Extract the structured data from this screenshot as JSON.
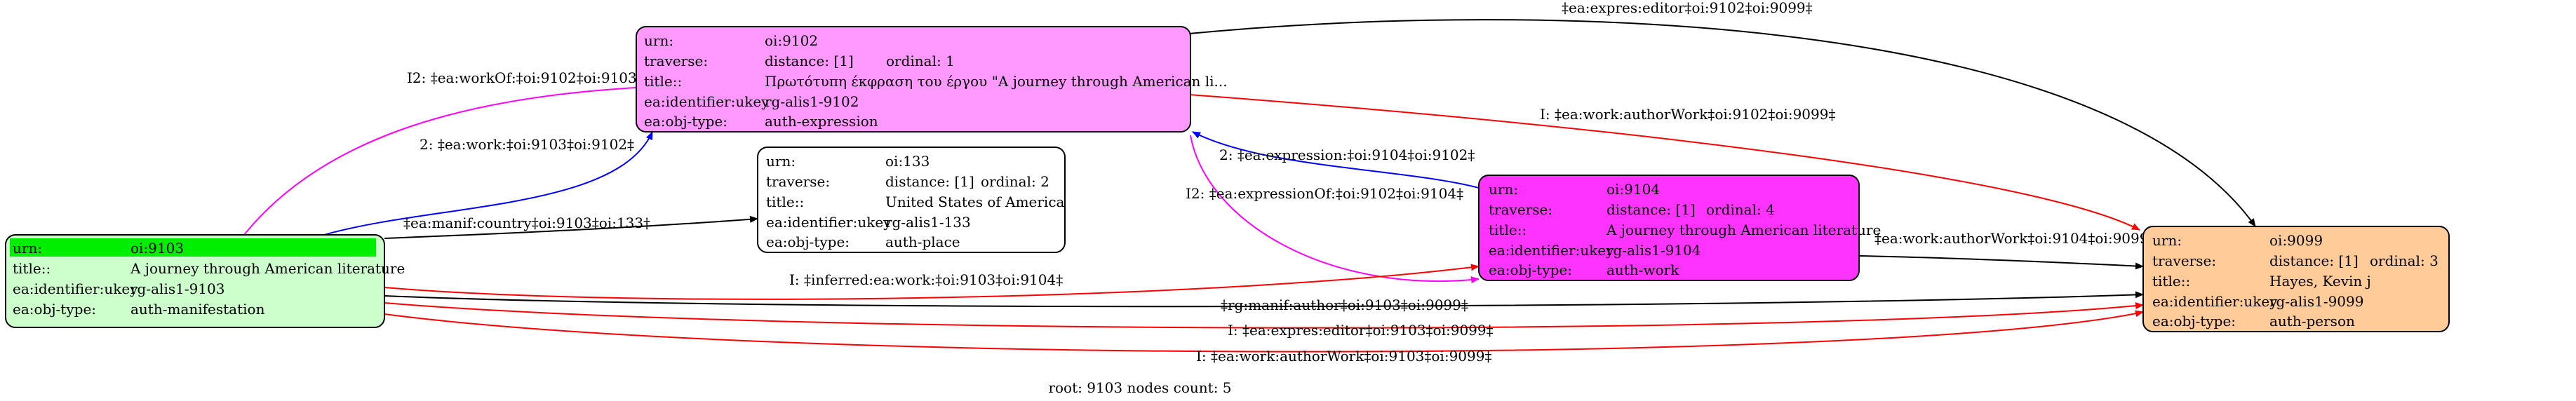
{
  "nodes": {
    "n9103": {
      "fill": "#ccffcc",
      "header_fill": "#00ee00",
      "rows": [
        {
          "k": "urn:",
          "v": "oi:9103"
        },
        {
          "k": "title::",
          "v": "A journey through American literature"
        },
        {
          "k": "ea:identifier:ukey",
          "v": "rg-alis1-9103"
        },
        {
          "k": "ea:obj-type:",
          "v": "auth-manifestation"
        }
      ]
    },
    "n9102": {
      "fill": "#ff99ff",
      "rows": [
        {
          "k": "urn:",
          "v": "oi:9102"
        },
        {
          "k": "traverse:",
          "v": "distance: [1]",
          "v2": "ordinal: 1"
        },
        {
          "k": "title::",
          "v": "Πρωτότυπη έκφραση του έργου \"A journey through American li..."
        },
        {
          "k": "ea:identifier:ukey",
          "v": "rg-alis1-9102"
        },
        {
          "k": "ea:obj-type:",
          "v": "auth-expression"
        }
      ]
    },
    "n133": {
      "fill": "#ffffff",
      "rows": [
        {
          "k": "urn:",
          "v": "oi:133"
        },
        {
          "k": "traverse:",
          "v": "distance: [1]",
          "v2": "ordinal: 2"
        },
        {
          "k": "title::",
          "v": "United States of America"
        },
        {
          "k": "ea:identifier:ukey",
          "v": "rg-alis1-133"
        },
        {
          "k": "ea:obj-type:",
          "v": "auth-place"
        }
      ]
    },
    "n9104": {
      "fill": "#ff33ff",
      "rows": [
        {
          "k": "urn:",
          "v": "oi:9104"
        },
        {
          "k": "traverse:",
          "v": "distance: [1]",
          "v2": "ordinal: 4"
        },
        {
          "k": "title::",
          "v": "A journey through American literature"
        },
        {
          "k": "ea:identifier:ukey",
          "v": "rg-alis1-9104"
        },
        {
          "k": "ea:obj-type:",
          "v": "auth-work"
        }
      ]
    },
    "n9099": {
      "fill": "#ffcc99",
      "rows": [
        {
          "k": "urn:",
          "v": "oi:9099"
        },
        {
          "k": "traverse:",
          "v": "distance: [1]",
          "v2": "ordinal: 3"
        },
        {
          "k": "title::",
          "v": "Hayes, Kevin j"
        },
        {
          "k": "ea:identifier:ukey",
          "v": "rg-alis1-9099"
        },
        {
          "k": "ea:obj-type:",
          "v": "auth-person"
        }
      ]
    }
  },
  "edges": [
    {
      "label": "‡ea:expres:editor‡oi:9102‡oi:9099‡",
      "color": "#000000"
    },
    {
      "label": "I2: ‡ea:workOf:‡oi:9102‡oi:9103‡",
      "color": "#ff00ff"
    },
    {
      "label": "2: ‡ea:work:‡oi:9103‡oi:9102‡",
      "color": "#0000ff"
    },
    {
      "label": "I: ‡ea:work:authorWork‡oi:9102‡oi:9099‡",
      "color": "#ff0000"
    },
    {
      "label": "2: ‡ea:expression:‡oi:9104‡oi:9102‡",
      "color": "#0000ff"
    },
    {
      "label": "I2: ‡ea:expressionOf:‡oi:9102‡oi:9104‡",
      "color": "#ff00ff"
    },
    {
      "label": "‡ea:manif:country‡oi:9103‡oi:133‡",
      "color": "#000000"
    },
    {
      "label": "‡ea:work:authorWork‡oi:9104‡oi:9099‡",
      "color": "#000000"
    },
    {
      "label": "I: ‡inferred:ea:work:‡oi:9103‡oi:9104‡",
      "color": "#ff0000"
    },
    {
      "label": "‡rg:manif:author‡oi:9103‡oi:9099‡",
      "color": "#000000"
    },
    {
      "label": "I: ‡ea:expres:editor‡oi:9103‡oi:9099‡",
      "color": "#ff0000"
    },
    {
      "label": "I: ‡ea:work:authorWork‡oi:9103‡oi:9099‡",
      "color": "#ff0000"
    }
  ],
  "footer": "root: 9103 nodes count: 5"
}
